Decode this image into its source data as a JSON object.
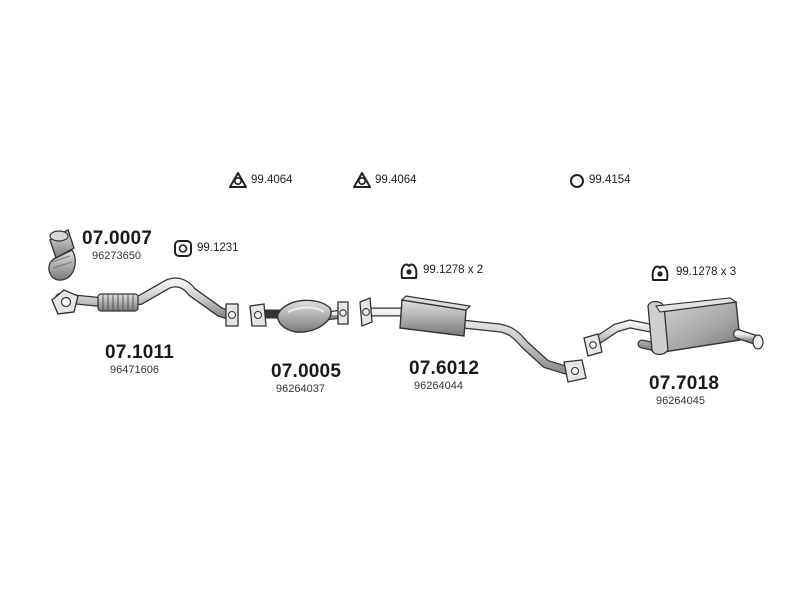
{
  "diagram": {
    "parts": [
      {
        "part_number": "07.0007",
        "oe_number": "96273650",
        "icon": "catalytic-converter-icon"
      },
      {
        "part_number": "07.1011",
        "oe_number": "96471606",
        "icon": "front-pipe-icon"
      },
      {
        "part_number": "07.0005",
        "oe_number": "96264037",
        "icon": "catalytic-converter-icon"
      },
      {
        "part_number": "07.6012",
        "oe_number": "96264044",
        "icon": "middle-silencer-icon"
      },
      {
        "part_number": "07.7018",
        "oe_number": "96264045",
        "icon": "rear-silencer-icon"
      }
    ],
    "hardware": [
      {
        "label": "99.4064",
        "icon": "triangle-gasket-icon"
      },
      {
        "label": "99.4064",
        "icon": "triangle-gasket-icon"
      },
      {
        "label": "99.4154",
        "icon": "ring-gasket-icon"
      },
      {
        "label": "99.1231",
        "icon": "rubber-mount-icon"
      },
      {
        "label": "99.1278 x 2",
        "icon": "rubber-hanger-icon"
      },
      {
        "label": "99.1278 x 3",
        "icon": "rubber-hanger-icon"
      }
    ]
  }
}
